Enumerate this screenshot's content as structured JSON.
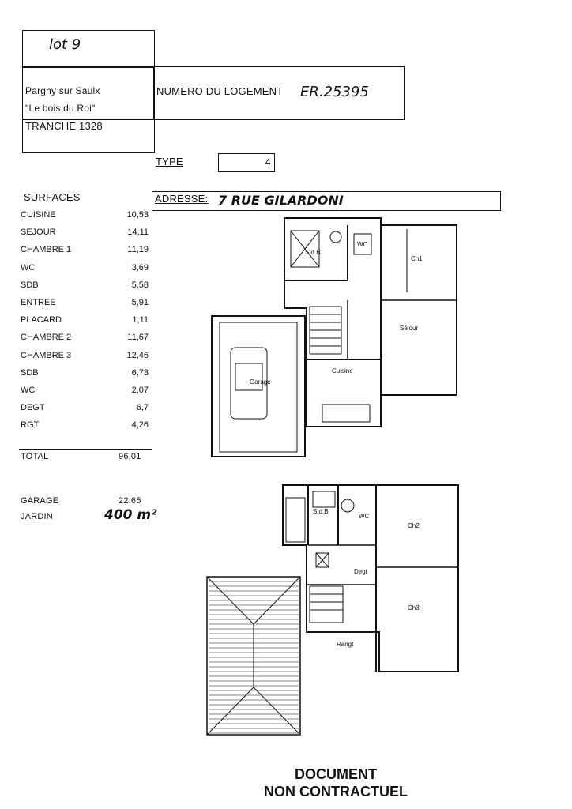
{
  "header": {
    "lot_handwritten": "lot 9",
    "location_line1": "Pargny sur Saulx",
    "location_line2": "\"Le bois du Roi\"",
    "tranche": "TRANCHE 1328",
    "numero_label": "NUMERO DU LOGEMENT",
    "numero_value": "ER.25395"
  },
  "type": {
    "label": "TYPE",
    "value": "4"
  },
  "address": {
    "label": "ADRESSE:",
    "value": "7 RUE GILARDONI"
  },
  "surfaces": {
    "title": "SURFACES",
    "rows": [
      {
        "name": "CUISINE",
        "value": "10,53"
      },
      {
        "name": "SEJOUR",
        "value": "14,11"
      },
      {
        "name": "CHAMBRE 1",
        "value": "11,19"
      },
      {
        "name": "WC",
        "value": "3,69"
      },
      {
        "name": "SDB",
        "value": "5,58"
      },
      {
        "name": "ENTREE",
        "value": "5,91"
      },
      {
        "name": "PLACARD",
        "value": "1,11"
      },
      {
        "name": "CHAMBRE 2",
        "value": "11,67"
      },
      {
        "name": "CHAMBRE 3",
        "value": "12,46"
      },
      {
        "name": "SDB",
        "value": "6,73"
      },
      {
        "name": "WC",
        "value": "2,07"
      },
      {
        "name": "DEGT",
        "value": "6,7"
      },
      {
        "name": "RGT",
        "value": "4,26"
      }
    ],
    "total_label": "TOTAL",
    "total_value": "96,01"
  },
  "extras": [
    {
      "name": "GARAGE",
      "value": "22,65"
    },
    {
      "name": "JARDIN",
      "value": "400 m²"
    }
  ],
  "plan_labels": {
    "ground_sdb": "S.d.B",
    "ground_wc": "WC",
    "ground_ch": "Ch1",
    "ground_sejour": "Séjour",
    "ground_garage": "Garage",
    "ground_cuisine": "Cuisine",
    "upper_sdb": "S.d.B",
    "upper_wc": "WC",
    "upper_ch2": "Ch2",
    "upper_ch3": "Ch3",
    "upper_degt": "Degt",
    "upper_rgt": "Rangt"
  },
  "footer": {
    "line1": "DOCUMENT",
    "line2": "NON CONTRACTUEL"
  }
}
